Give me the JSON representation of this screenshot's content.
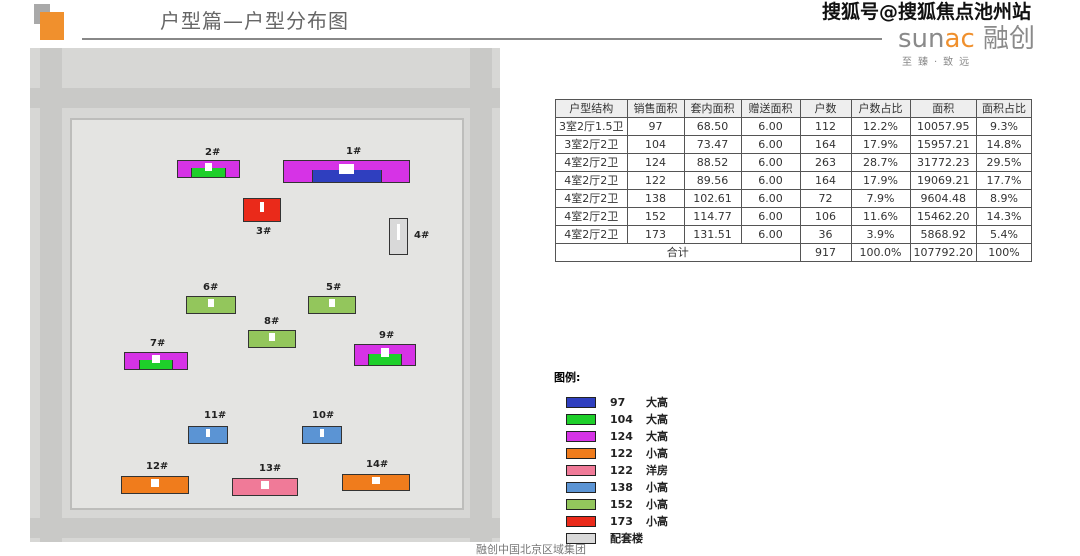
{
  "header": {
    "title": "户型篇—户型分布图",
    "watermark": "搜狐号@搜狐焦点池州站",
    "brand_prefix": "sun",
    "brand_accent": "ac",
    "brand_cn": "融创",
    "brand_slogan": "至臻·致远"
  },
  "table": {
    "headers": [
      "户型结构",
      "销售面积",
      "套内面积",
      "赠送面积",
      "户数",
      "户数占比",
      "面积",
      "面积占比"
    ],
    "rows": [
      [
        "3室2厅1.5卫",
        "97",
        "68.50",
        "6.00",
        "112",
        "12.2%",
        "10057.95",
        "9.3%"
      ],
      [
        "3室2厅2卫",
        "104",
        "73.47",
        "6.00",
        "164",
        "17.9%",
        "15957.21",
        "14.8%"
      ],
      [
        "4室2厅2卫",
        "124",
        "88.52",
        "6.00",
        "263",
        "28.7%",
        "31772.23",
        "29.5%"
      ],
      [
        "4室2厅2卫",
        "122",
        "89.56",
        "6.00",
        "164",
        "17.9%",
        "19069.21",
        "17.7%"
      ],
      [
        "4室2厅2卫",
        "138",
        "102.61",
        "6.00",
        "72",
        "7.9%",
        "9604.48",
        "8.9%"
      ],
      [
        "4室2厅2卫",
        "152",
        "114.77",
        "6.00",
        "106",
        "11.6%",
        "15462.20",
        "14.3%"
      ],
      [
        "4室2厅2卫",
        "173",
        "131.51",
        "6.00",
        "36",
        "3.9%",
        "5868.92",
        "5.4%"
      ]
    ],
    "total": {
      "label": "合计",
      "households": "917",
      "household_pct": "100.0%",
      "area": "107792.20",
      "area_pct": "100%"
    }
  },
  "legend": {
    "title": "图例:",
    "items": [
      {
        "size": "97",
        "type": "大高",
        "color": "#2f3fbf"
      },
      {
        "size": "104",
        "type": "大高",
        "color": "#1ecf2a"
      },
      {
        "size": "124",
        "type": "大高",
        "color": "#d633e6"
      },
      {
        "size": "122",
        "type": "小高",
        "color": "#f07c1c"
      },
      {
        "size": "122",
        "type": "洋房",
        "color": "#f07a98"
      },
      {
        "size": "138",
        "type": "小高",
        "color": "#5b94d4"
      },
      {
        "size": "152",
        "type": "小高",
        "color": "#93c65c"
      },
      {
        "size": "173",
        "type": "小高",
        "color": "#ea2a1a"
      },
      {
        "size": "",
        "type": "配套楼",
        "color": "#d9d9d9"
      }
    ]
  },
  "buildings": [
    "1#",
    "2#",
    "3#",
    "4#",
    "5#",
    "6#",
    "7#",
    "8#",
    "9#",
    "10#",
    "11#",
    "12#",
    "13#",
    "14#"
  ],
  "footer": "融创中国北京区域集团"
}
